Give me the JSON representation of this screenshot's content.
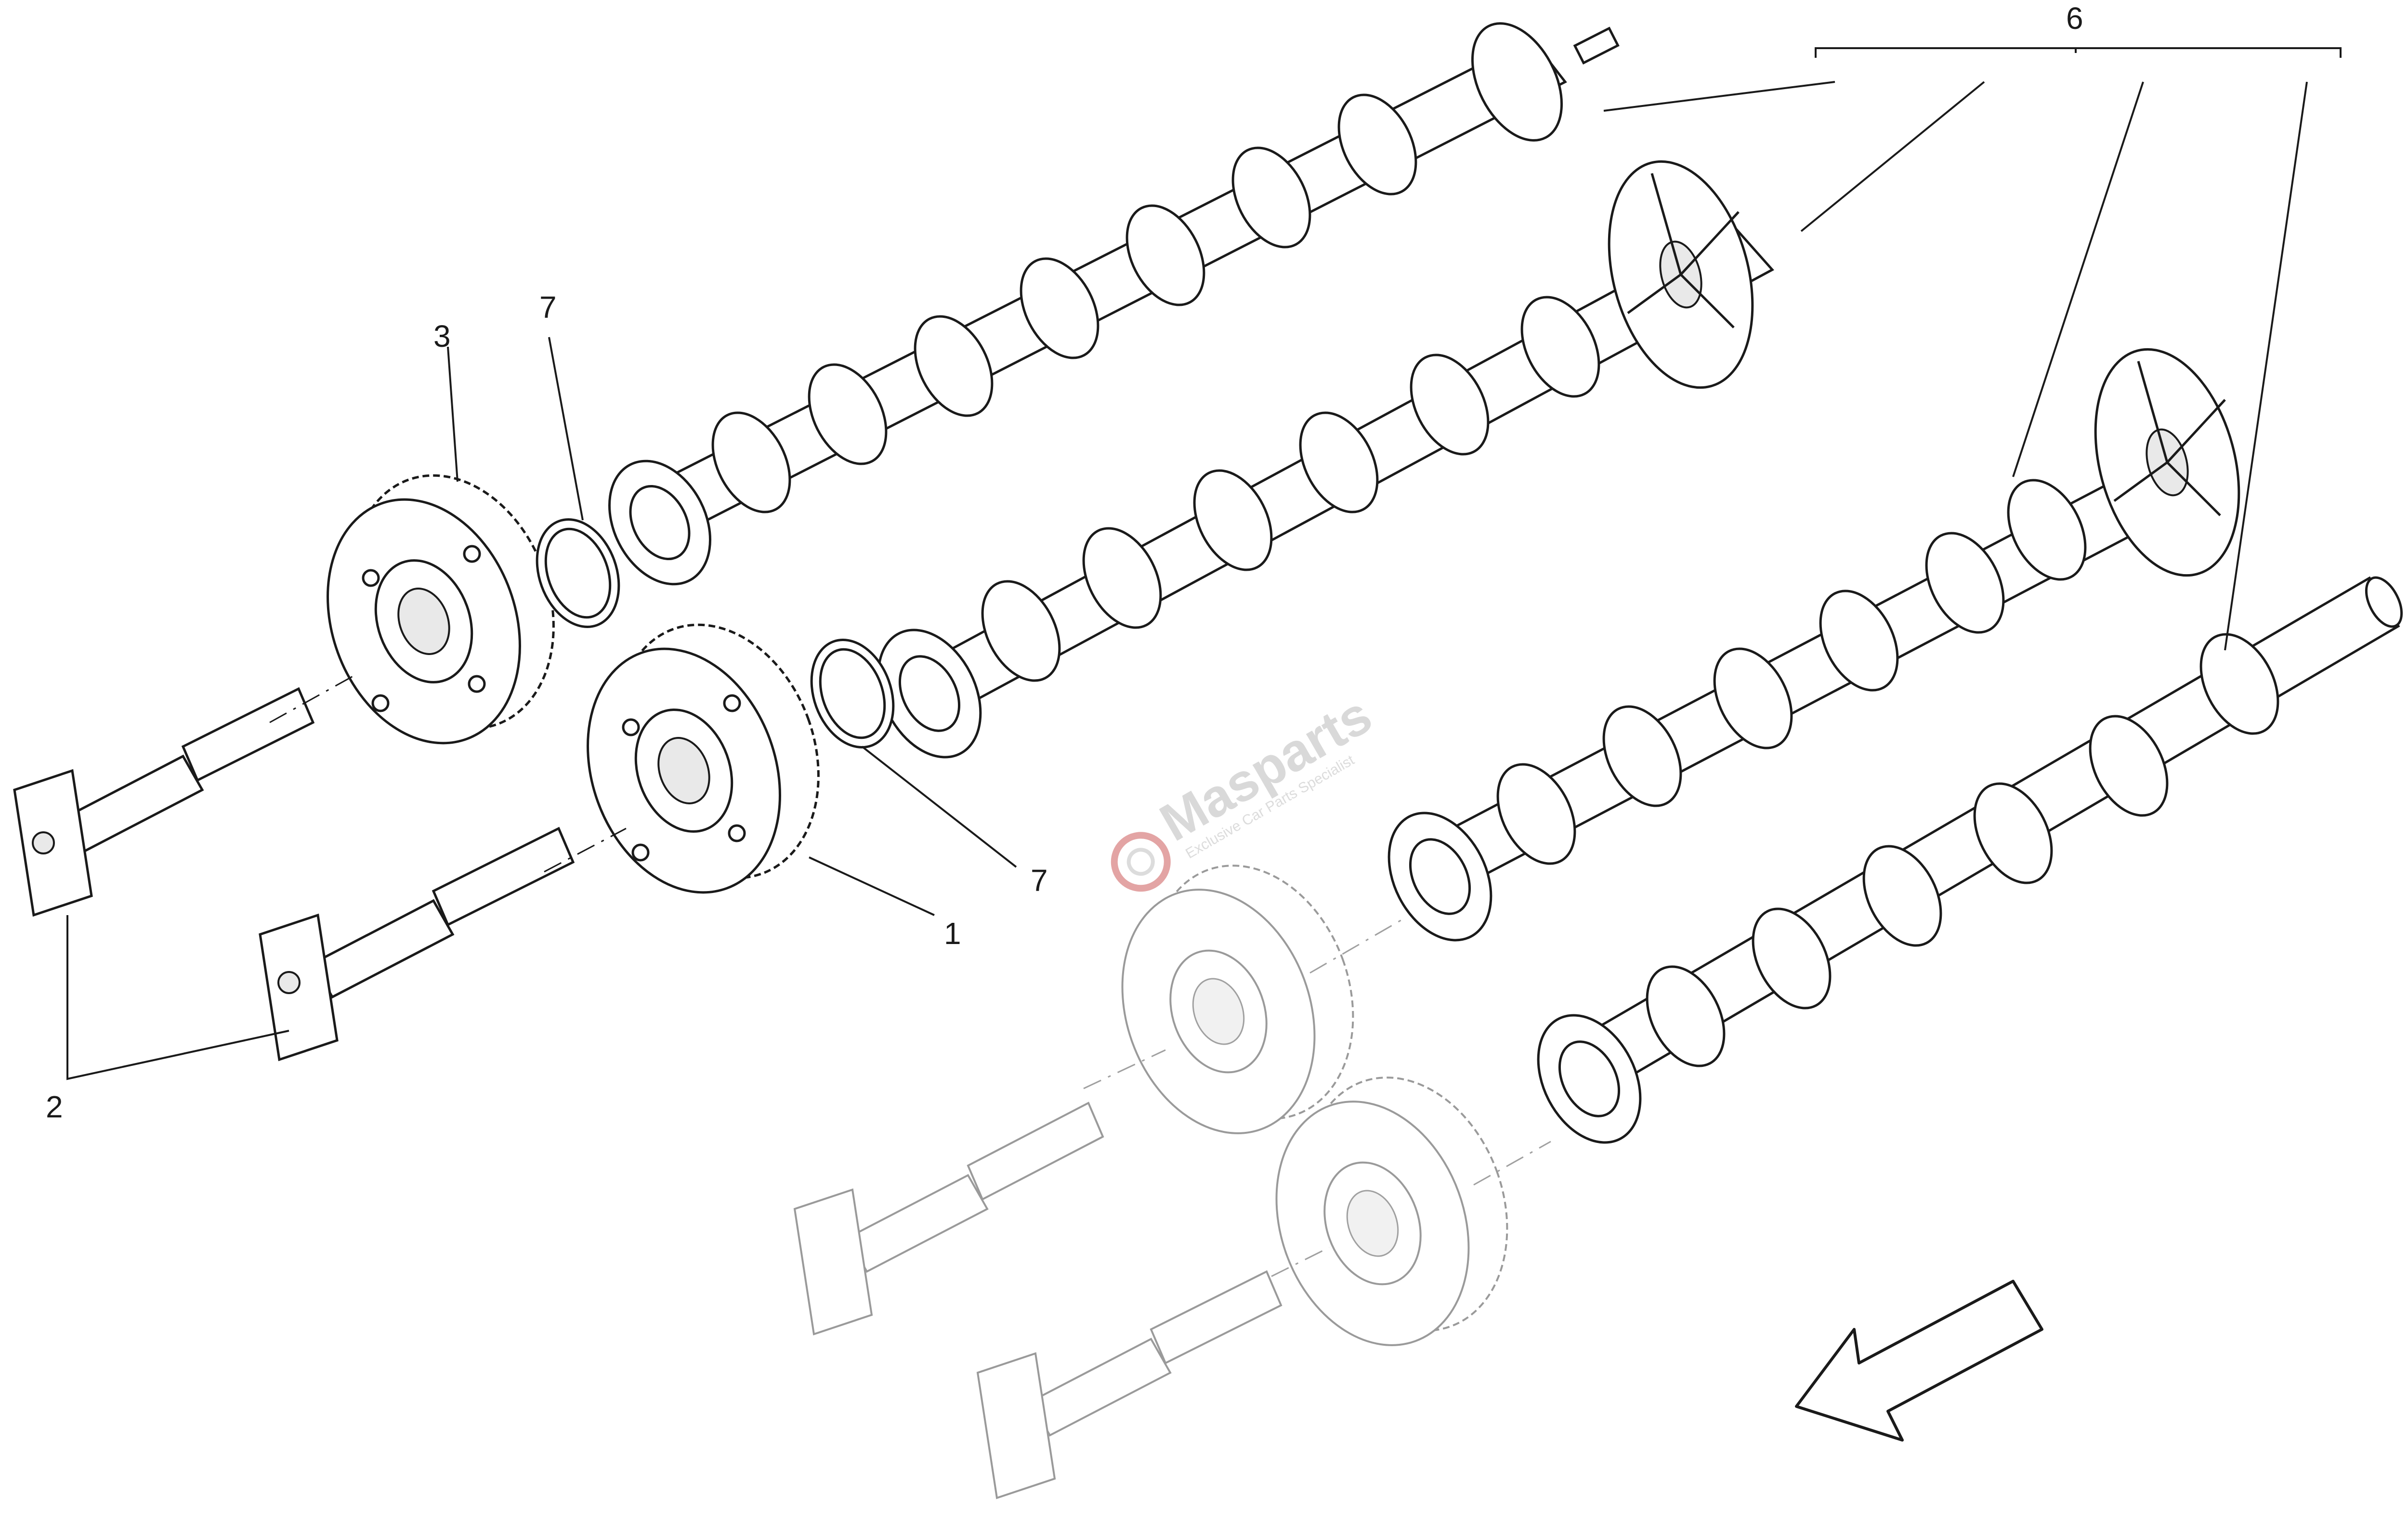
{
  "callouts": {
    "c1": "1",
    "c2": "2",
    "c3": "3",
    "c6": "6",
    "c7a": "7",
    "c7b": "7"
  },
  "watermark": {
    "brand": "Masparts",
    "tagline": "Exclusive Car Parts Specialist"
  },
  "colors": {
    "line": "#1a1a1a",
    "faded": "#9a9a9a",
    "watermark_red": "#e3a4a4"
  },
  "icons": {
    "direction_arrow": "arrow-down-left-icon",
    "logo": "gear-logo-icon"
  }
}
